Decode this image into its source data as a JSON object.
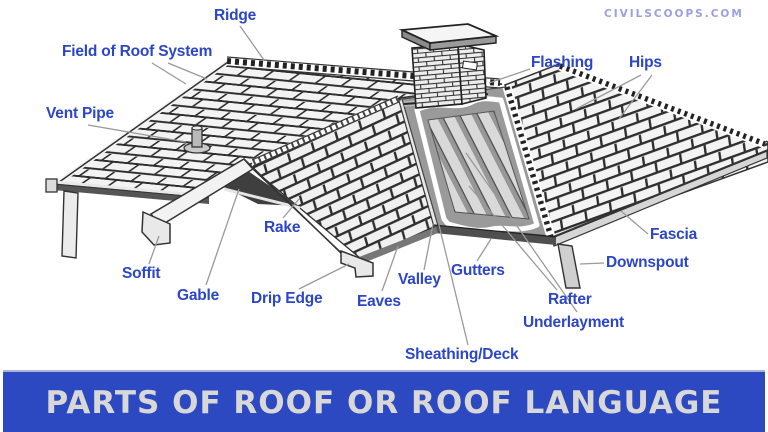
{
  "watermark": "CIVILSCOOPS.COM",
  "banner": {
    "title": "PARTS OF ROOF OR ROOF LANGUAGE",
    "background_color": "#2c49c1",
    "text_color": "#d8d8d8"
  },
  "diagram": {
    "label_color": "#2b46c7",
    "watermark_color": "#98a1e0",
    "labels": [
      {
        "id": "ridge",
        "text": "Ridge"
      },
      {
        "id": "field-of-roof-system",
        "text": "Field of Roof System"
      },
      {
        "id": "vent-pipe",
        "text": "Vent Pipe"
      },
      {
        "id": "flashing",
        "text": "Flashing"
      },
      {
        "id": "hips",
        "text": "Hips"
      },
      {
        "id": "rake",
        "text": "Rake"
      },
      {
        "id": "soffit",
        "text": "Soffit"
      },
      {
        "id": "gable",
        "text": "Gable"
      },
      {
        "id": "drip-edge",
        "text": "Drip Edge"
      },
      {
        "id": "eaves",
        "text": "Eaves"
      },
      {
        "id": "valley",
        "text": "Valley"
      },
      {
        "id": "gutters",
        "text": "Gutters"
      },
      {
        "id": "fascia",
        "text": "Fascia"
      },
      {
        "id": "downspout",
        "text": "Downspout"
      },
      {
        "id": "rafter",
        "text": "Rafter"
      },
      {
        "id": "underlayment",
        "text": "Underlayment"
      },
      {
        "id": "sheathing-deck",
        "text": "Sheathing/Deck"
      }
    ]
  }
}
